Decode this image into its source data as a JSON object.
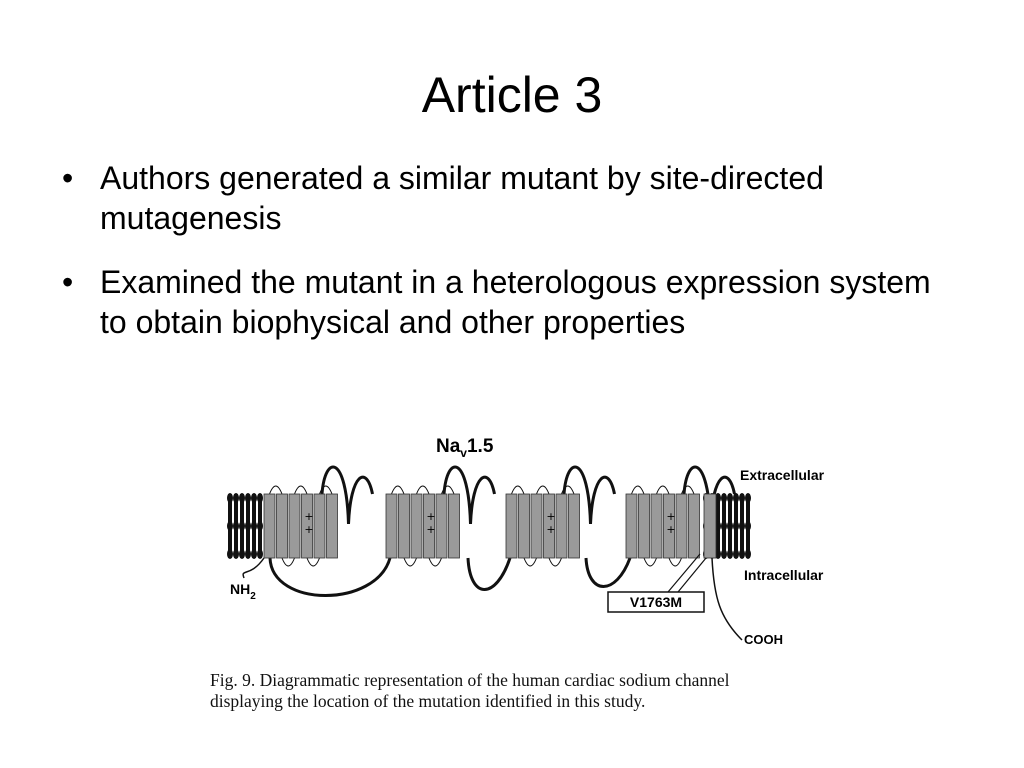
{
  "slide": {
    "title": "Article 3",
    "bullet_char": "•",
    "bullets": [
      "Authors generated a similar mutant by site-directed mutagenesis",
      "Examined the mutant in a heterologous expression system to obtain biophysical and other properties"
    ]
  },
  "figure": {
    "channel_name_base": "Na",
    "channel_name_sub": "v",
    "channel_name_rest": "1.5",
    "label_extracellular": "Extracellular",
    "label_intracellular": "Intracellular",
    "label_n_terminus": "NH",
    "label_n_terminus_sub": "2",
    "label_c_terminus": "COOH",
    "mutation_label": "V1763M",
    "charge_symbol": "+",
    "caption_line1": "Fig. 9. Diagrammatic representation of the human cardiac sodium channel",
    "caption_line2": "displaying the location of the mutation identified in this study.",
    "colors": {
      "segment_fill": "#9a9a9a",
      "segment_stroke": "#333333",
      "line": "#111111"
    }
  }
}
